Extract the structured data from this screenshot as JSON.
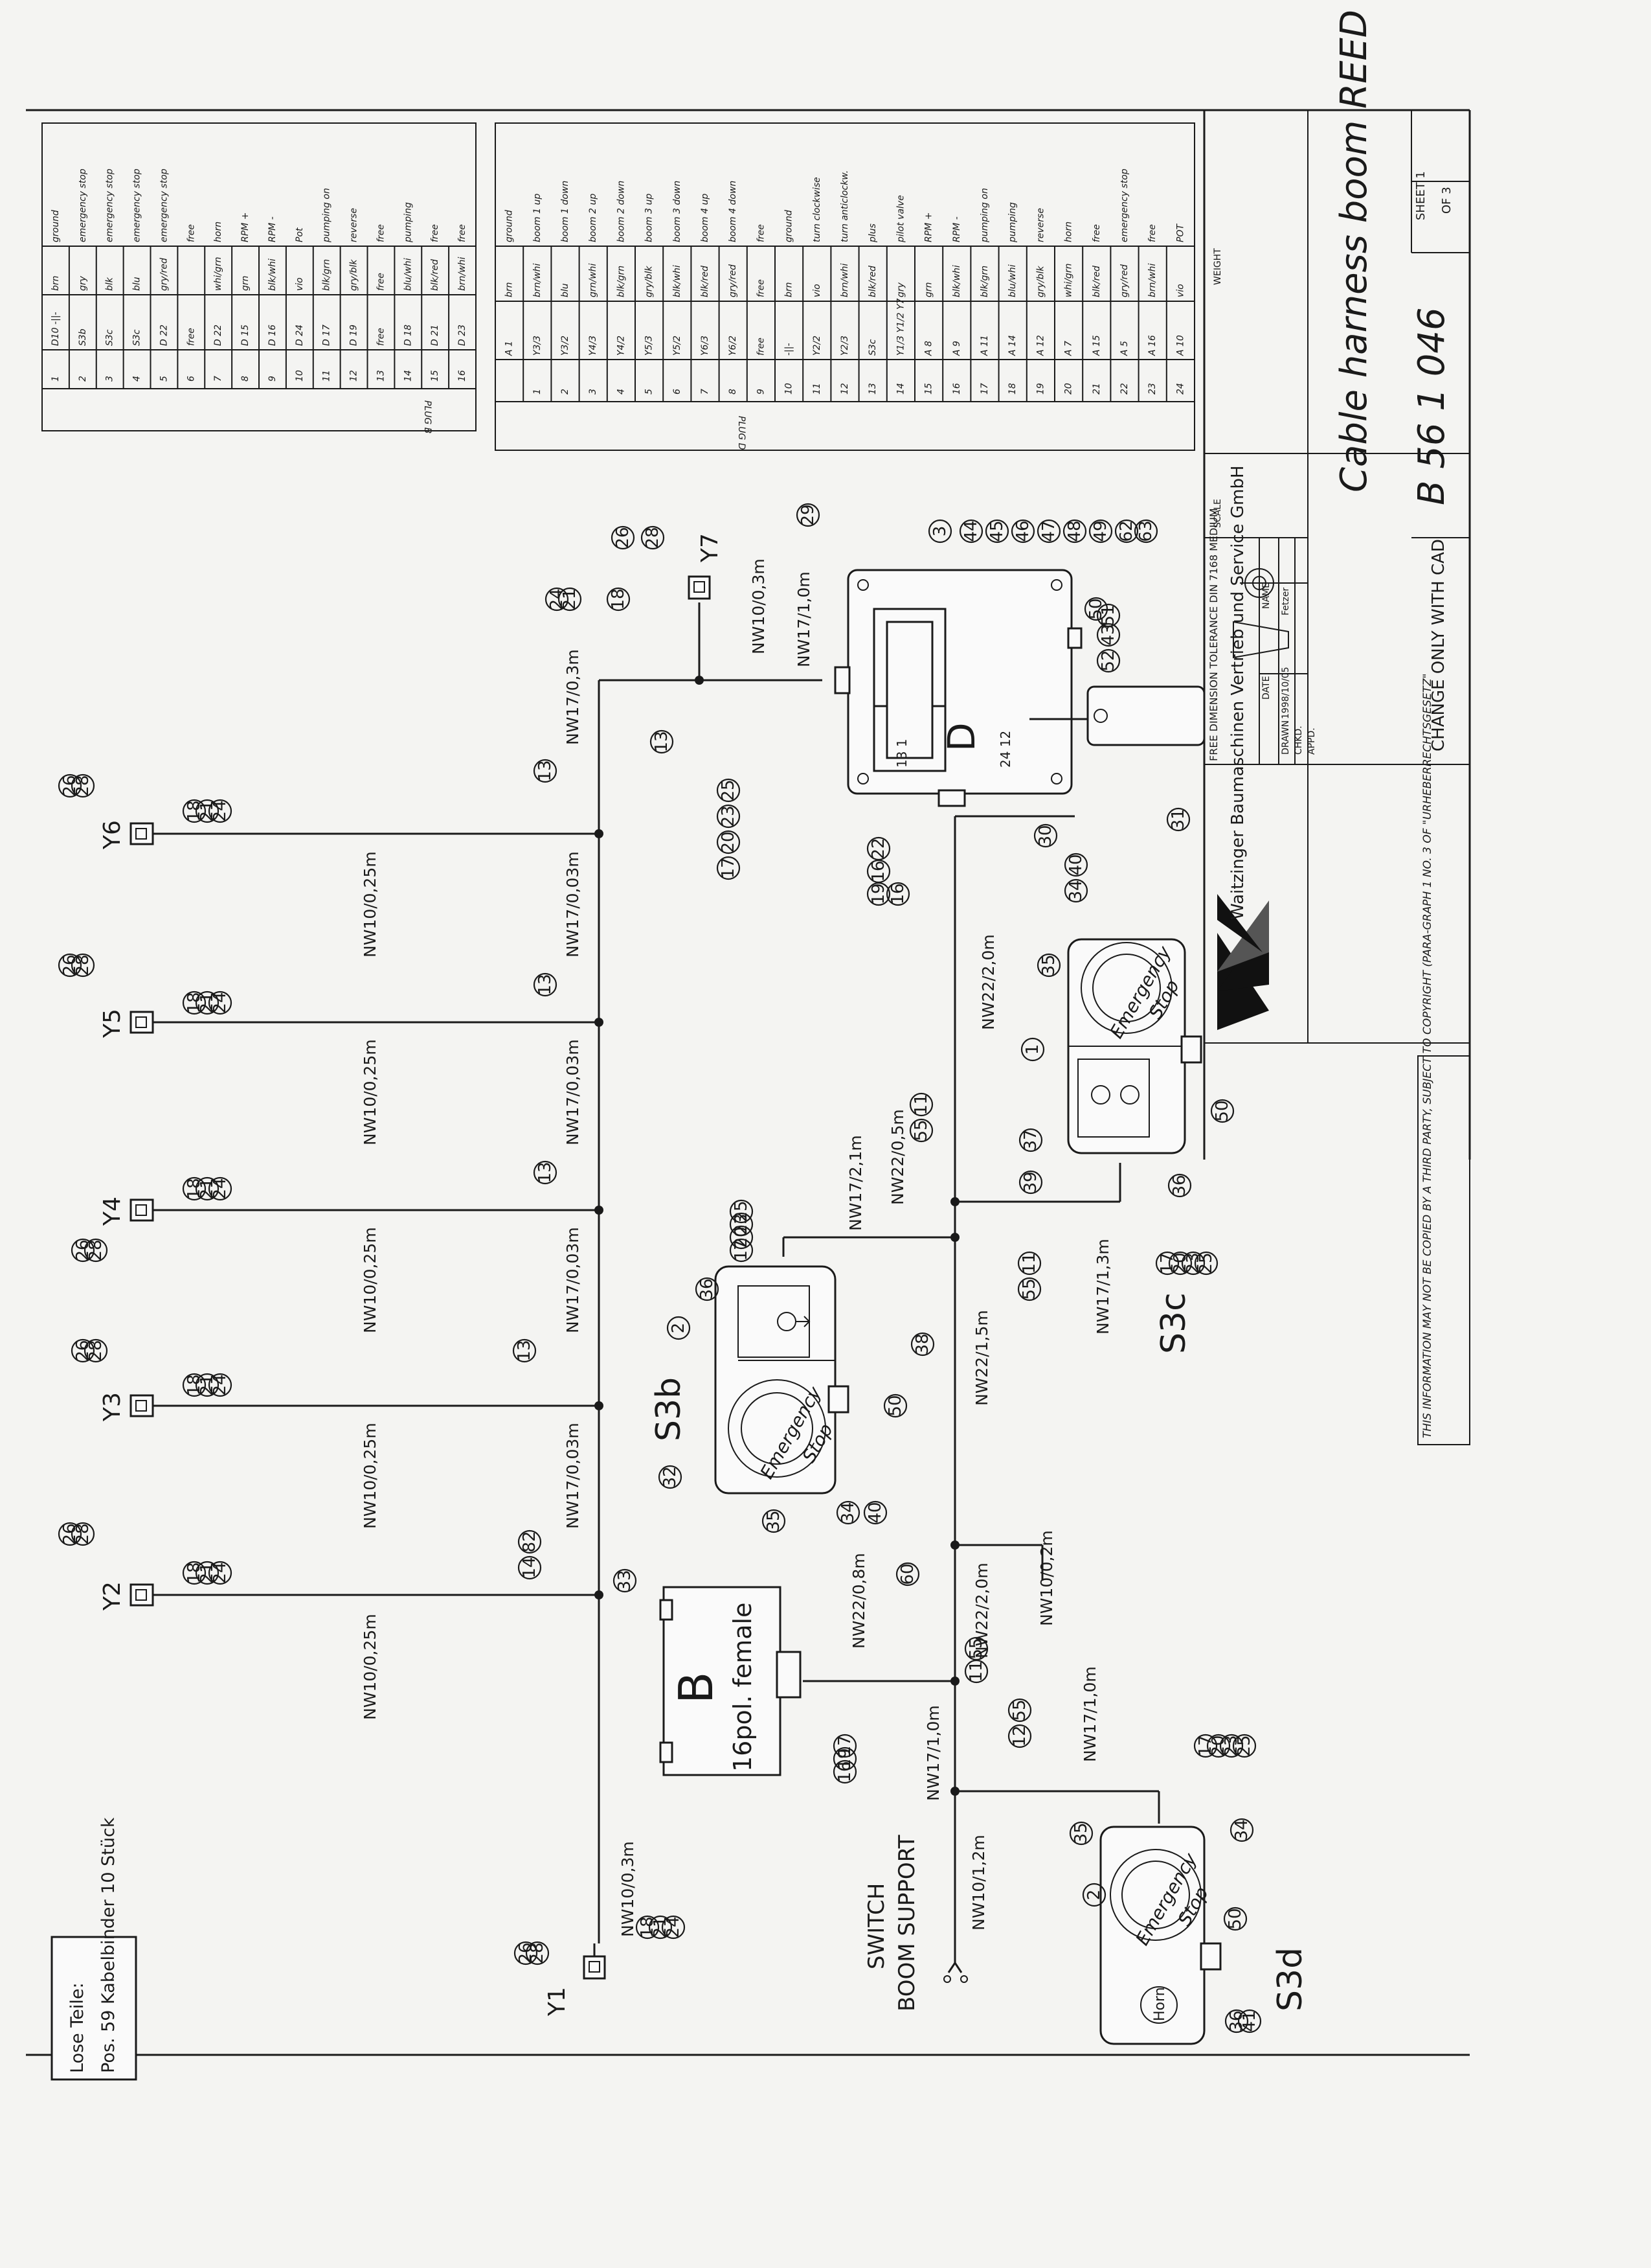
{
  "title_block": {
    "company_name": "Waitzinger Baumaschinen Vertrieb und Service GmbH",
    "drawing_title": "Cable harness boom REED",
    "drawing_number": "B 56 1 046",
    "sheet_label": "SHEET 1",
    "sheet_total": "OF 3",
    "free_dimension": "FREE DIMENSION TOLERANCE DIN 7168 MEDIUM",
    "scale_label": "SCALE",
    "weight_label": "WEIGHT",
    "date_label": "DATE",
    "name_label": "NAME",
    "drawn_label": "DRAWN",
    "drawn_date": "1998/10/05",
    "drawn_name": "Fetzer",
    "checked_label": "CHKD.",
    "approved_label": "APPD.",
    "cad_note": "CHANGE ONLY WITH CAD",
    "copyright_note": "THIS INFORMATION MAY NOT BE COPIED BY A THIRD PARTY, SUBJECT TO COPYRIGHT (PARA-GRAPH 1 NO. 3 OF \"URHEBERRECHTSGESETZ\""
  },
  "loose_parts": {
    "heading": "Lose Teile:",
    "line": "Pos. 59 Kabelbinder 10 Stück"
  },
  "plug_b": {
    "title": "PLUG B",
    "rows": [
      [
        "1",
        "D10 -||-",
        "brn",
        "ground"
      ],
      [
        "2",
        "S3b",
        "gry",
        "emergency stop"
      ],
      [
        "3",
        "S3c",
        "blk",
        "emergency stop"
      ],
      [
        "4",
        "S3c",
        "blu",
        "emergency stop"
      ],
      [
        "5",
        "D 22",
        "gry/red",
        "emergency stop"
      ],
      [
        "6",
        "free",
        "",
        "free"
      ],
      [
        "7",
        "D 22",
        "whi/grn",
        "horn"
      ],
      [
        "8",
        "D 15",
        "grn",
        "RPM +"
      ],
      [
        "9",
        "D 16",
        "blk/whi",
        "RPM -"
      ],
      [
        "10",
        "D 24",
        "vio",
        "Pot"
      ],
      [
        "11",
        "D 17",
        "blk/grn",
        "pumping on"
      ],
      [
        "12",
        "D 19",
        "gry/blk",
        "reverse"
      ],
      [
        "13",
        "free",
        "free",
        "free"
      ],
      [
        "14",
        "D 18",
        "blu/whi",
        "pumping"
      ],
      [
        "15",
        "D 21",
        "blk/red",
        "free"
      ],
      [
        "16",
        "D 23",
        "brn/whi",
        "free"
      ]
    ]
  },
  "plug_d": {
    "title": "PLUG D",
    "rows": [
      [
        "",
        "A 1",
        "brn",
        "ground"
      ],
      [
        "1",
        "Y3/3",
        "brn/whi",
        "boom 1 up"
      ],
      [
        "2",
        "Y3/2",
        "blu",
        "boom 1 down"
      ],
      [
        "3",
        "Y4/3",
        "grn/whi",
        "boom 2 up"
      ],
      [
        "4",
        "Y4/2",
        "blk/grn",
        "boom 2 down"
      ],
      [
        "5",
        "Y5/3",
        "gry/blk",
        "boom 3 up"
      ],
      [
        "6",
        "Y5/2",
        "blk/whi",
        "boom 3 down"
      ],
      [
        "7",
        "Y6/3",
        "blk/red",
        "boom 4 up"
      ],
      [
        "8",
        "Y6/2",
        "gry/red",
        "boom 4 down"
      ],
      [
        "9",
        "free",
        "free",
        "free"
      ],
      [
        "10",
        "-||-",
        "brn",
        "ground"
      ],
      [
        "11",
        "Y2/2",
        "vio",
        "turn clockwise"
      ],
      [
        "12",
        "Y2/3",
        "brn/whi",
        "turn anticlockw."
      ],
      [
        "13",
        "S3c",
        "blk/red",
        "plus"
      ],
      [
        "14",
        "Y1/3 Y1/2 Y7",
        "gry",
        "pilot valve"
      ],
      [
        "15",
        "A 8",
        "grn",
        "RPM +"
      ],
      [
        "16",
        "A 9",
        "blk/whi",
        "RPM -"
      ],
      [
        "17",
        "A 11",
        "blk/grn",
        "pumping on"
      ],
      [
        "18",
        "A 14",
        "blu/whi",
        "pumping"
      ],
      [
        "19",
        "A 12",
        "gry/blk",
        "reverse"
      ],
      [
        "20",
        "A 7",
        "whi/grn",
        "horn"
      ],
      [
        "21",
        "A 15",
        "blk/red",
        "free"
      ],
      [
        "22",
        "A 5",
        "gry/red",
        "emergency stop"
      ],
      [
        "23",
        "A 16",
        "brn/whi",
        "free"
      ],
      [
        "24",
        "A 10",
        "vio",
        "POT"
      ]
    ]
  },
  "valves": [
    "Y1",
    "Y2",
    "Y3",
    "Y4",
    "Y5",
    "Y6",
    "Y7"
  ],
  "switches": {
    "s3b": "S3b",
    "s3c": "S3c",
    "s3d": "S3d"
  },
  "emergency_label": "Emergency",
  "stop_label": "Stop",
  "horn_label": "Horn",
  "connector_b_letter": "B",
  "connector_b_desc": "16pol. female",
  "connector_d_letter": "D",
  "connector_d_pins": [
    "13 1",
    "24 12"
  ],
  "switch_boom_support": [
    "SWITCH",
    "BOOM SUPPORT"
  ],
  "cables": [
    "NW10/0,3m",
    "NW10/0,25m",
    "NW10/0,25m",
    "NW10/0,25m",
    "NW10/0,25m",
    "NW10/0,25m",
    "NW17/0,03m",
    "NW17/0,03m",
    "NW17/0,03m",
    "NW17/0,03m",
    "NW17/0,3m",
    "NW10/0,3m",
    "NW17/1,0m",
    "NW22/0,8m",
    "NW22/2,0m",
    "NW10/0,2m",
    "NW22/1,5m",
    "NW17/2,1m",
    "NW22/0,5m",
    "NW22/2,0m",
    "NW17/1,3m",
    "NW17/1,0m",
    "NW17/1,0m",
    "NW10/1,2m"
  ],
  "balloons": [
    "26",
    "28",
    "18",
    "21",
    "24",
    "13",
    "14",
    "82",
    "32",
    "33",
    "36",
    "2",
    "38",
    "50",
    "35",
    "34",
    "40",
    "17",
    "20",
    "23",
    "25",
    "55",
    "11",
    "60",
    "12",
    "19",
    "16",
    "1",
    "37",
    "39",
    "22",
    "30",
    "31",
    "3",
    "44",
    "45",
    "46",
    "47",
    "48",
    "49",
    "62",
    "63",
    "51",
    "52",
    "43",
    "29",
    "41"
  ]
}
